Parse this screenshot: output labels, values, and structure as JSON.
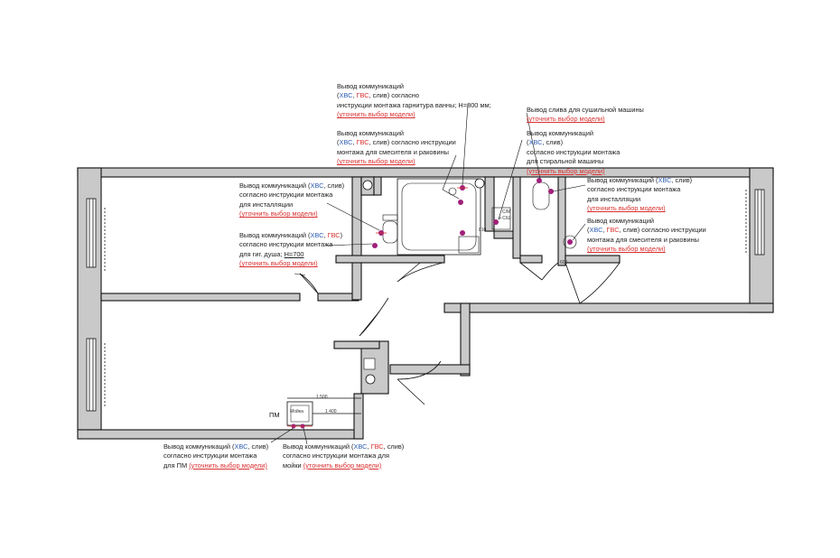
{
  "notes": {
    "bath": {
      "l1": "Вывод коммуникаций",
      "cold": "ХВС",
      "sep1": ", ",
      "hot": "ГВС",
      "rest": ", слив) согласно",
      "l3": "инструкции монтажа гарнитура ванны; Н=800 мм;",
      "model": "(уточнить выбор модели)"
    },
    "sink_bath": {
      "l1": "Вывод коммуникаций",
      "cold": "ХВС",
      "hot": "ГВС",
      "rest": ", слив) согласно инструкции",
      "l3": "монтажа для смесителя и раковины",
      "model": "(уточнить выбор модели)"
    },
    "dryer": {
      "l1": "Вывод слива для сушильной машины",
      "model": "(уточнить выбор модели)"
    },
    "washer": {
      "l1": "Вывод коммуникаций",
      "cold": "ХВС",
      "rest": ", слив)",
      "l3": "согласно инструкции монтажа",
      "l4": "для стиральной машины",
      "model": "(уточнить выбор модели)"
    },
    "toilet_left": {
      "pre": "Вывод коммуникаций (",
      "cold": "ХВС",
      "rest": ", слив)",
      "l2": "согласно инструкции монтажа",
      "l3": "для инсталляции",
      "model": "(уточнить выбор модели)"
    },
    "shower": {
      "pre": "Вывод коммуникаций (",
      "cold": "ХВС",
      "hot": "ГВС",
      "close": ")",
      "l2": "согласно инструкции монтажа",
      "l3a": "для гиг. душа; ",
      "l3b": "Н=700",
      "model": "(уточнить выбор модели)"
    },
    "toilet_right": {
      "pre": "Вывод коммуникаций (",
      "cold": "ХВС",
      "rest": ", слив)",
      "l2": "согласно инструкции монтажа",
      "l3": "для инсталляции",
      "model": "(уточнить выбор модели)"
    },
    "sink_right": {
      "l1": "Вывод коммуникаций",
      "cold": "ХВС",
      "hot": "ГВС",
      "rest": ", слив) согласно инструкции",
      "l3": "монтажа для смесителя и раковины",
      "model": "(уточнить выбор модели)"
    },
    "dishwasher": {
      "pre": "Вывод коммуникаций (",
      "cold": "ХВС",
      "rest": ", слив)",
      "l2": "согласно инструкции монтажа",
      "l3": "для ПМ ",
      "model": "(уточнить выбор модели)"
    },
    "kitchen_sink": {
      "pre": "Вывод коммуникаций (",
      "cold": "ХВС",
      "hot": "ГВС",
      "rest": ", слив)",
      "l2": "согласно инструкции монтажа для",
      "l3": "мойки ",
      "model": "(уточнить выбор модели)"
    }
  },
  "plan_labels": {
    "pm": "ПМ",
    "sink": "Мойка",
    "dim1": "1 500",
    "dim2": "1 400",
    "sm": "С/М",
    "ssh": "и С/Ш",
    "h_a": "810",
    "h_b": "600"
  },
  "colors": {
    "wall_fill": "#c9c9c9",
    "cold": "#2f5fb3",
    "hot": "#d93030",
    "outlet": "#a0207a"
  }
}
